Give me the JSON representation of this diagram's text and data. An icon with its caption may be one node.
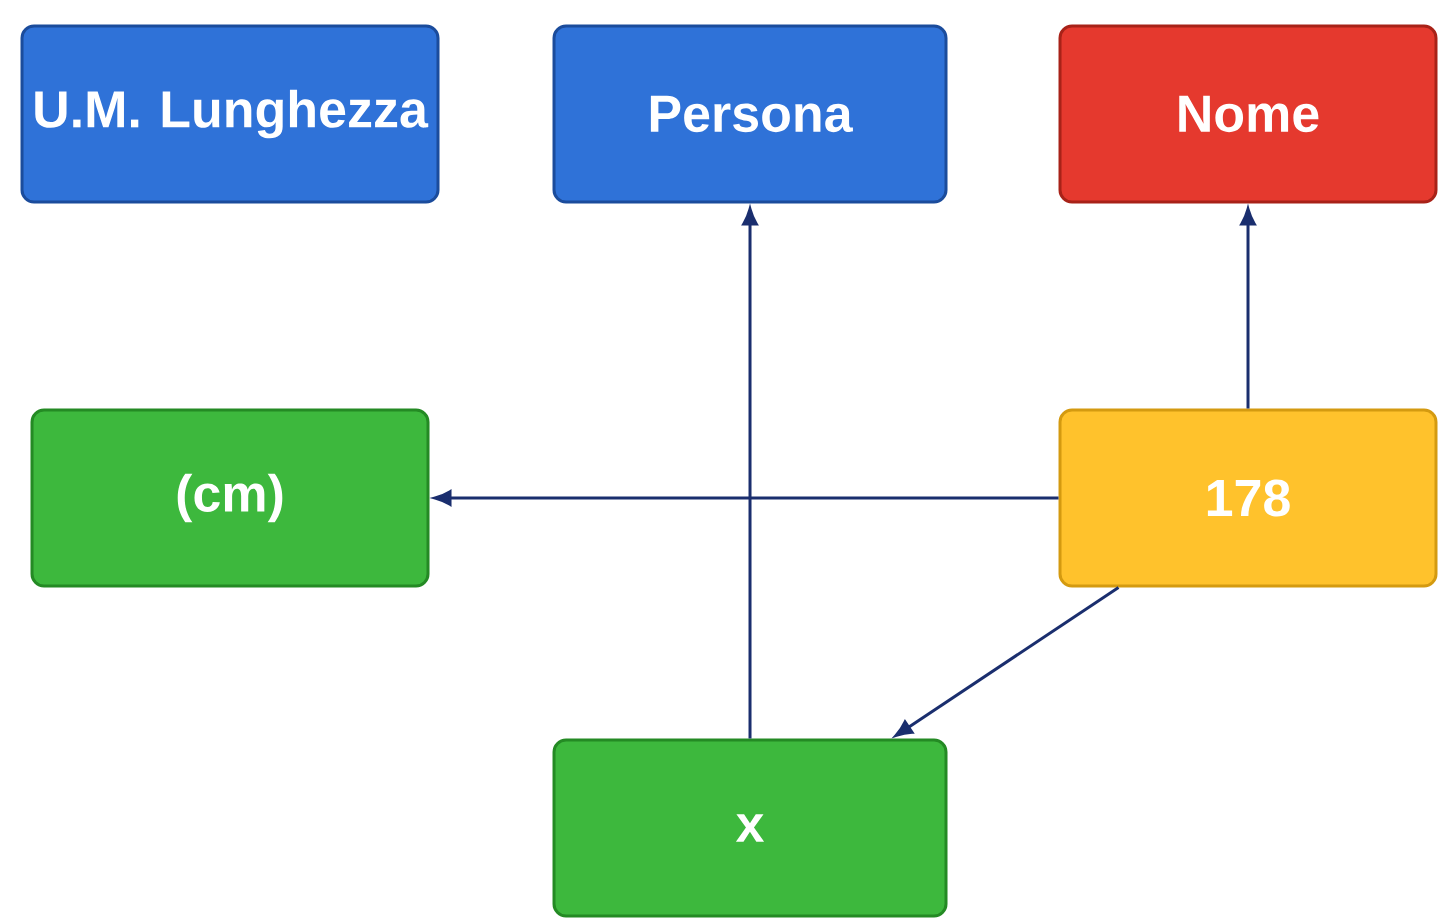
{
  "diagram": {
    "nodes": [
      {
        "text": [
          "U.M. Lunghezza"
        ]
      },
      {
        "text": [
          "Persona"
        ]
      },
      {
        "text": [
          "Nome"
        ]
      },
      {
        "text": [
          "(cm)"
        ]
      },
      {
        "text": [
          "178"
        ]
      },
      {
        "text": [
          "x"
        ]
      }
    ],
    "edges": [
      {
        "from": 4,
        "to": 3,
        "arrow": "to"
      },
      {
        "from": 4,
        "to": 2,
        "arrow": "to"
      },
      {
        "from": 4,
        "to": 5,
        "arrow": "to"
      },
      {
        "from": 5,
        "to": 1,
        "arrow": "to"
      }
    ]
  }
}
